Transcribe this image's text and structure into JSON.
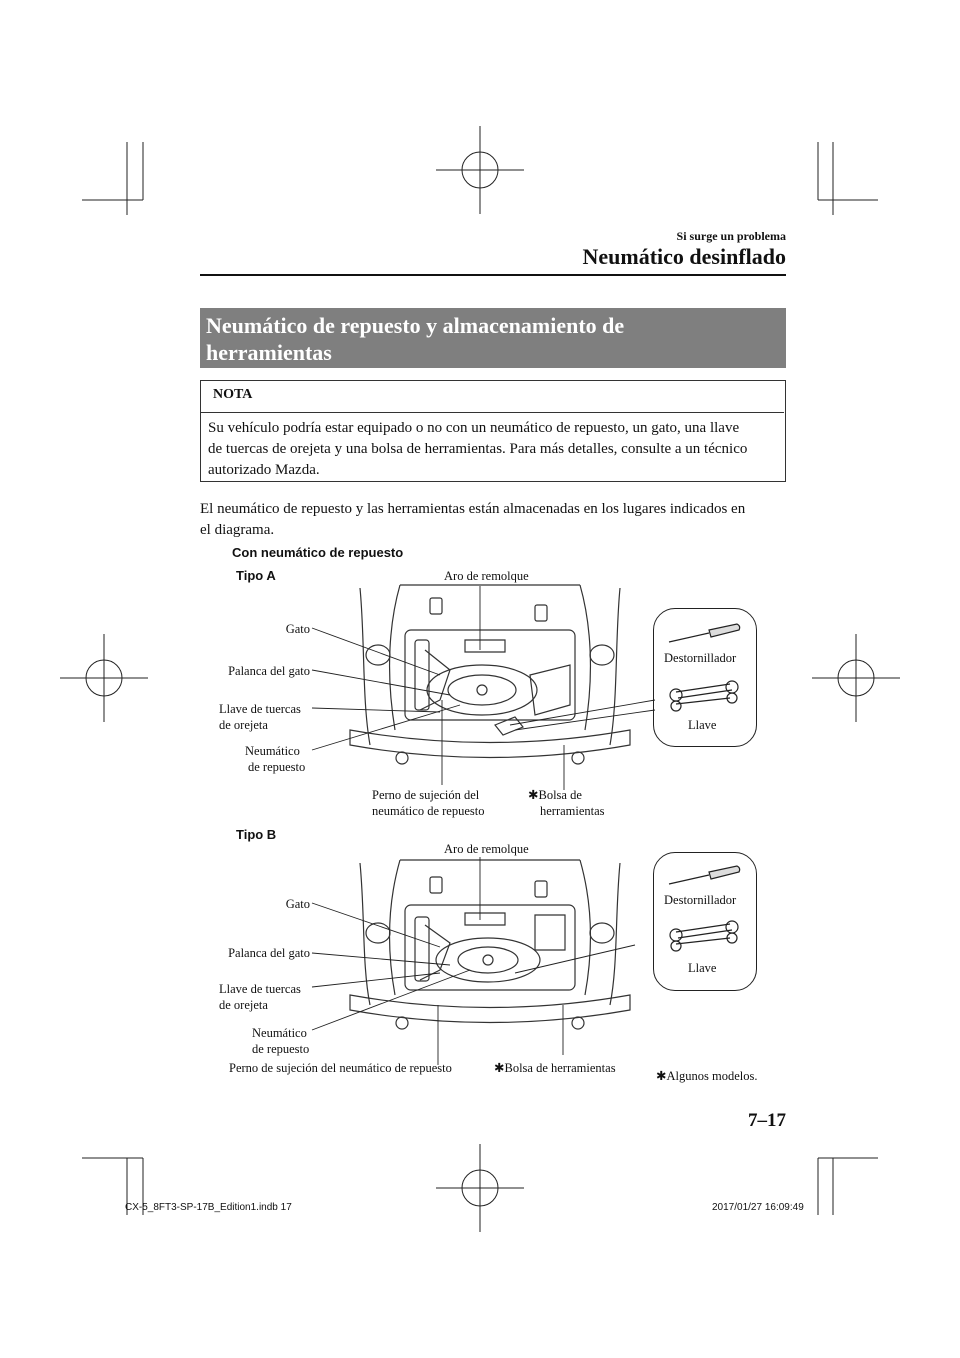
{
  "header": {
    "chapter": "Si surge un problema",
    "title": "Neumático desinflado"
  },
  "section": {
    "title_line1": "Neumático de repuesto y almacenamiento de",
    "title_line2": "herramientas"
  },
  "note": {
    "label": "NOTA",
    "line1": "Su vehículo podría estar equipado o no con un neumático de repuesto, un gato, una llave",
    "line2": "de tuercas de orejeta y una bolsa de herramientas. Para más detalles, consulte a un técnico",
    "line3": "autorizado Mazda."
  },
  "body": {
    "line1": "El neumático de repuesto y las herramientas están almacenadas en los lugares indicados en",
    "line2": "el diagrama."
  },
  "figure": {
    "subheading": "Con neumático de repuesto",
    "type_a": {
      "label": "Tipo A",
      "tow_ring": "Aro de remolque",
      "jack": "Gato",
      "jack_handle": "Palanca del gato",
      "lug_wrench_1": "Llave de tuercas",
      "lug_wrench_2": "de orejeta",
      "spare_1": "Neumático",
      "spare_2": "de repuesto",
      "bolt_1": "Perno de sujeción del",
      "bolt_2": "neumático de repuesto",
      "bag_1": "Bolsa de",
      "bag_2": "herramientas",
      "screwdriver": "Destornillador",
      "wrench": "Llave"
    },
    "type_b": {
      "label": "Tipo B",
      "tow_ring": "Aro de remolque",
      "jack": "Gato",
      "jack_handle": "Palanca del gato",
      "lug_wrench_1": "Llave de tuercas",
      "lug_wrench_2": "de orejeta",
      "spare_1": "Neumático",
      "spare_2": "de repuesto",
      "bolt": "Perno de sujeción del neumático de repuesto",
      "bag": "Bolsa de herramientas",
      "screwdriver": "Destornillador",
      "wrench": "Llave"
    },
    "footnote": "Algunos modelos.",
    "asterisk": "✱"
  },
  "page_number": "7–17",
  "footer": {
    "file": "CX-5_8FT3-SP-17B_Edition1.indb   17",
    "timestamp": "2017/01/27   16:09:49"
  }
}
